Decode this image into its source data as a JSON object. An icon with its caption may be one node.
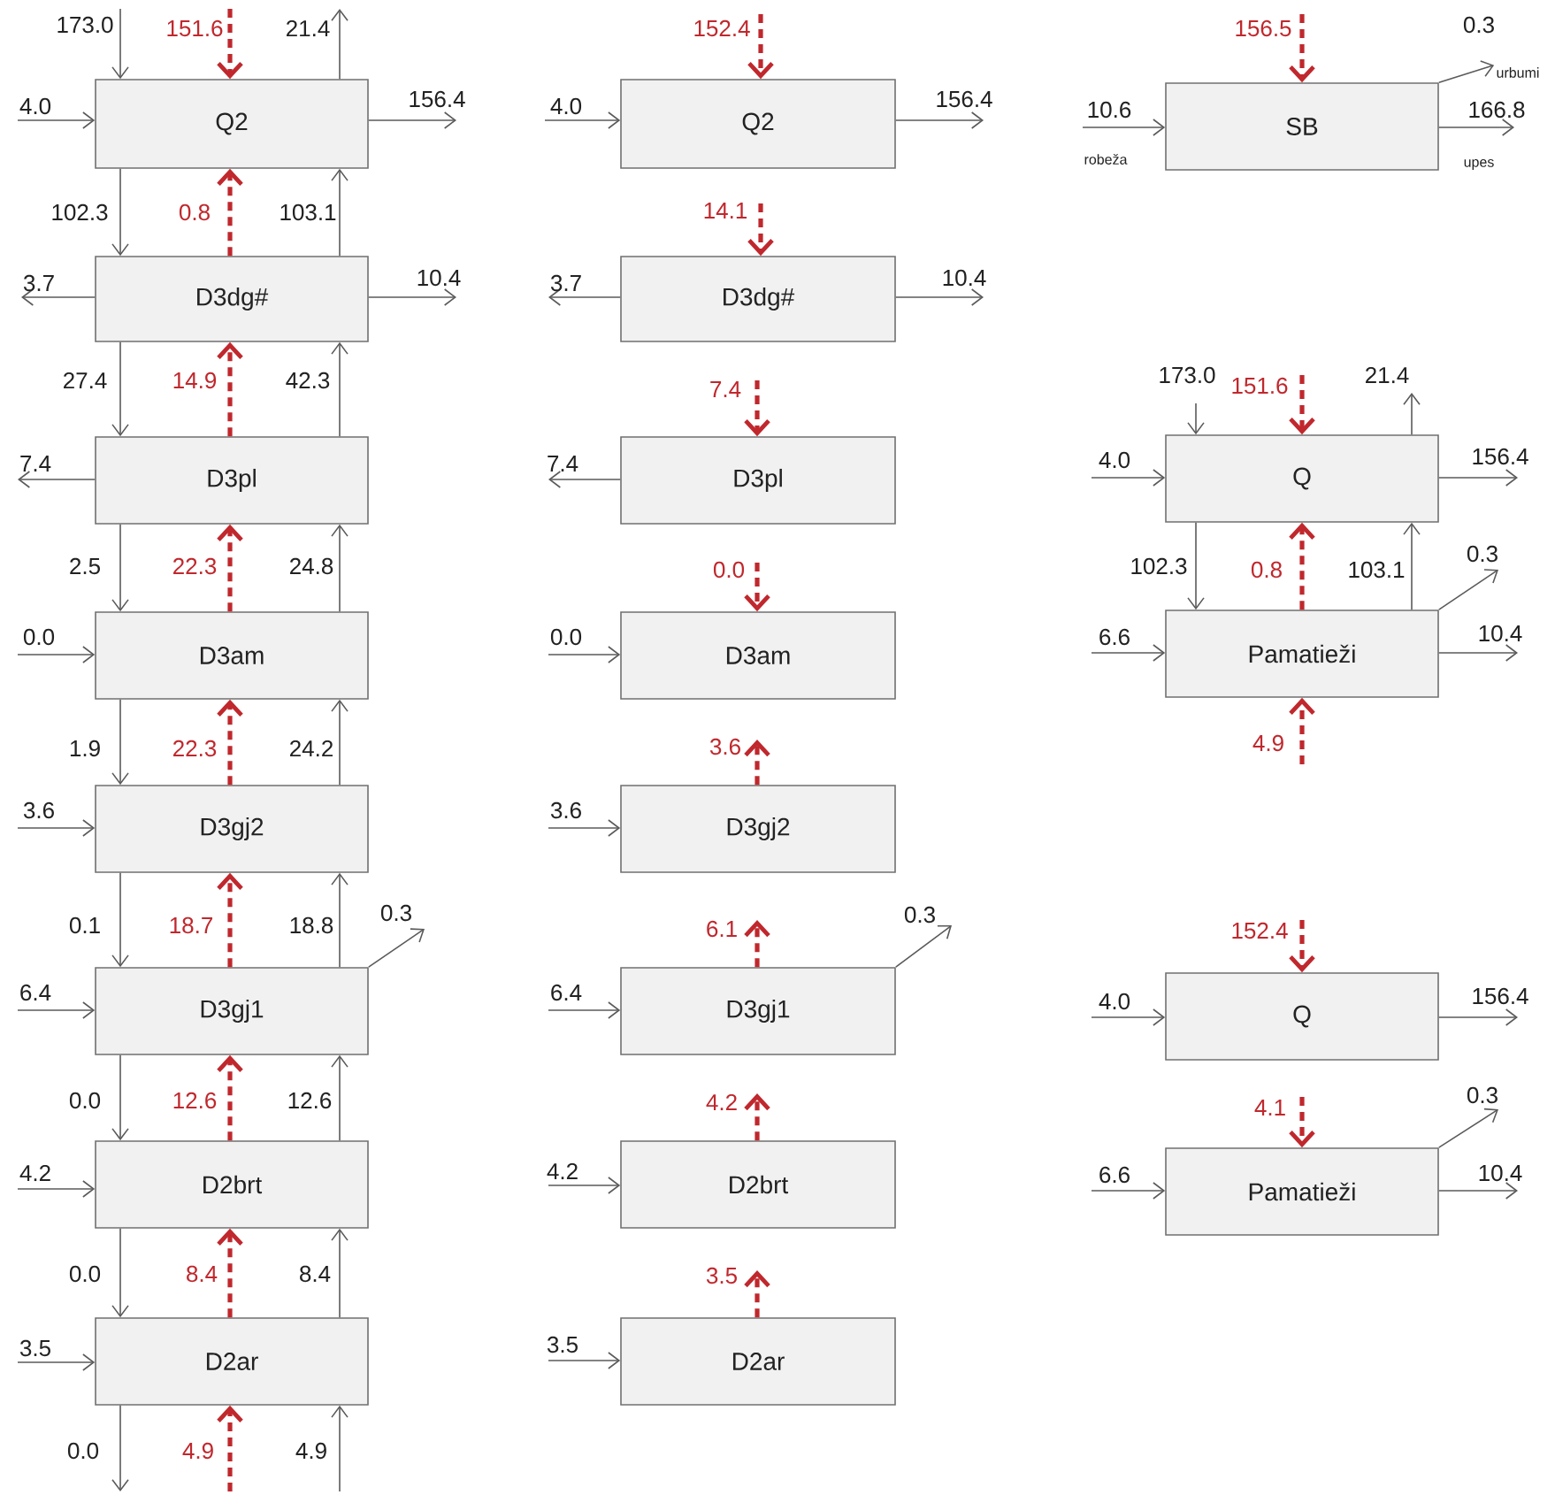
{
  "diagram": {
    "nodes": [
      {
        "text": [
          "Q2"
        ]
      },
      {
        "text": [
          "D3dg#"
        ]
      },
      {
        "text": [
          "D3pl"
        ]
      },
      {
        "text": [
          "D3am"
        ]
      },
      {
        "text": [
          "D3gj2"
        ]
      },
      {
        "text": [
          "D3gj1"
        ]
      },
      {
        "text": [
          "D2brt"
        ]
      },
      {
        "text": [
          "D2ar"
        ]
      },
      {
        "text": [
          "Q2"
        ]
      },
      {
        "text": [
          "D3dg#"
        ]
      },
      {
        "text": [
          "D3pl"
        ]
      },
      {
        "text": [
          "D3am"
        ]
      },
      {
        "text": [
          "D3gj2"
        ]
      },
      {
        "text": [
          "D3gj1"
        ]
      },
      {
        "text": [
          "D2brt"
        ]
      },
      {
        "text": [
          "D2ar"
        ]
      },
      {
        "text": [
          "SB"
        ]
      },
      {
        "text": [
          "Q"
        ]
      },
      {
        "text": [
          "Pamatieži"
        ]
      },
      {
        "text": [
          "Q"
        ]
      },
      {
        "text": [
          "Pamatieži"
        ]
      },
      {
        "text": [
          "urbumi"
        ]
      }
    ],
    "edges": [
      {
        "from": null,
        "to": 0,
        "arrow": "to",
        "label": "173.0"
      },
      {
        "from": null,
        "to": 0,
        "arrow": "to",
        "label": "151.6",
        "style": "dashed",
        "color": "#c0282d"
      },
      {
        "from": 0,
        "to": null,
        "arrow": "to",
        "label": "21.4"
      },
      {
        "from": null,
        "to": 0,
        "arrow": "to",
        "label": "4.0"
      },
      {
        "from": 0,
        "to": null,
        "arrow": "to",
        "label": "156.4"
      },
      {
        "from": 0,
        "to": 1,
        "arrow": "to",
        "label": "102.3"
      },
      {
        "from": 1,
        "to": 0,
        "arrow": "to",
        "label": "0.8",
        "style": "dashed",
        "color": "#c0282d"
      },
      {
        "from": 1,
        "to": 0,
        "arrow": "to",
        "label": "103.1"
      },
      {
        "from": 1,
        "to": null,
        "arrow": "to",
        "label": "3.7"
      },
      {
        "from": 1,
        "to": null,
        "arrow": "to",
        "label": "10.4"
      },
      {
        "from": 1,
        "to": 2,
        "arrow": "to",
        "label": "27.4"
      },
      {
        "from": 2,
        "to": 1,
        "arrow": "to",
        "label": "14.9",
        "style": "dashed",
        "color": "#c0282d"
      },
      {
        "from": 2,
        "to": 1,
        "arrow": "to",
        "label": "42.3"
      },
      {
        "from": 2,
        "to": null,
        "arrow": "to",
        "label": "7.4"
      },
      {
        "from": 2,
        "to": 3,
        "arrow": "to",
        "label": "2.5"
      },
      {
        "from": 3,
        "to": 2,
        "arrow": "to",
        "label": "22.3",
        "style": "dashed",
        "color": "#c0282d"
      },
      {
        "from": 3,
        "to": 2,
        "arrow": "to",
        "label": "24.8"
      },
      {
        "from": null,
        "to": 3,
        "arrow": "to",
        "label": "0.0"
      },
      {
        "from": 3,
        "to": 4,
        "arrow": "to",
        "label": "1.9"
      },
      {
        "from": 4,
        "to": 3,
        "arrow": "to",
        "label": "22.3",
        "style": "dashed",
        "color": "#c0282d"
      },
      {
        "from": 4,
        "to": 3,
        "arrow": "to",
        "label": "24.2"
      },
      {
        "from": null,
        "to": 4,
        "arrow": "to",
        "label": "3.6"
      },
      {
        "from": 4,
        "to": 5,
        "arrow": "to",
        "label": "0.1"
      },
      {
        "from": 5,
        "to": 4,
        "arrow": "to",
        "label": "18.7",
        "style": "dashed",
        "color": "#c0282d"
      },
      {
        "from": 5,
        "to": 4,
        "arrow": "to",
        "label": "18.8"
      },
      {
        "from": null,
        "to": 5,
        "arrow": "to",
        "label": "6.4"
      },
      {
        "from": 5,
        "to": null,
        "arrow": "to",
        "label": "0.3"
      },
      {
        "from": 5,
        "to": 6,
        "arrow": "to",
        "label": "0.0"
      },
      {
        "from": 6,
        "to": 5,
        "arrow": "to",
        "label": "12.6",
        "style": "dashed",
        "color": "#c0282d"
      },
      {
        "from": 6,
        "to": 5,
        "arrow": "to",
        "label": "12.6"
      },
      {
        "from": null,
        "to": 6,
        "arrow": "to",
        "label": "4.2"
      },
      {
        "from": 6,
        "to": 7,
        "arrow": "to",
        "label": "0.0"
      },
      {
        "from": 7,
        "to": 6,
        "arrow": "to",
        "label": "8.4",
        "style": "dashed",
        "color": "#c0282d"
      },
      {
        "from": 7,
        "to": 6,
        "arrow": "to",
        "label": "8.4"
      },
      {
        "from": null,
        "to": 7,
        "arrow": "to",
        "label": "3.5"
      },
      {
        "from": 7,
        "to": null,
        "arrow": "to",
        "label": "0.0"
      },
      {
        "from": null,
        "to": 7,
        "arrow": "to",
        "label": "4.9",
        "style": "dashed",
        "color": "#c0282d"
      },
      {
        "from": null,
        "to": 7,
        "arrow": "to",
        "label": "4.9"
      },
      {
        "from": null,
        "to": 8,
        "arrow": "to",
        "label": "152.4",
        "style": "dashed",
        "color": "#c0282d"
      },
      {
        "from": null,
        "to": 8,
        "arrow": "to",
        "label": "4.0"
      },
      {
        "from": 8,
        "to": null,
        "arrow": "to",
        "label": "156.4"
      },
      {
        "from": null,
        "to": 9,
        "arrow": "to",
        "label": "14.1",
        "style": "dashed",
        "color": "#c0282d"
      },
      {
        "from": 9,
        "to": null,
        "arrow": "to",
        "label": "3.7"
      },
      {
        "from": 9,
        "to": null,
        "arrow": "to",
        "label": "10.4"
      },
      {
        "from": null,
        "to": 10,
        "arrow": "to",
        "label": "7.4",
        "style": "dashed",
        "color": "#c0282d"
      },
      {
        "from": 10,
        "to": null,
        "arrow": "to",
        "label": "7.4"
      },
      {
        "from": null,
        "to": 11,
        "arrow": "to",
        "label": "0.0",
        "style": "dashed",
        "color": "#c0282d"
      },
      {
        "from": null,
        "to": 11,
        "arrow": "to",
        "label": "0.0"
      },
      {
        "from": 12,
        "to": null,
        "arrow": "to",
        "label": "3.6",
        "style": "dashed",
        "color": "#c0282d"
      },
      {
        "from": null,
        "to": 12,
        "arrow": "to",
        "label": "3.6"
      },
      {
        "from": 13,
        "to": null,
        "arrow": "to",
        "label": "6.1",
        "style": "dashed",
        "color": "#c0282d"
      },
      {
        "from": null,
        "to": 13,
        "arrow": "to",
        "label": "6.4"
      },
      {
        "from": 13,
        "to": null,
        "arrow": "to",
        "label": "0.3"
      },
      {
        "from": 14,
        "to": null,
        "arrow": "to",
        "label": "4.2",
        "style": "dashed",
        "color": "#c0282d"
      },
      {
        "from": null,
        "to": 14,
        "arrow": "to",
        "label": "4.2"
      },
      {
        "from": 15,
        "to": null,
        "arrow": "to",
        "label": "3.5",
        "style": "dashed",
        "color": "#c0282d"
      },
      {
        "from": null,
        "to": 15,
        "arrow": "to",
        "label": "3.5"
      },
      {
        "from": null,
        "to": 16,
        "arrow": "to",
        "label": "156.5",
        "style": "dashed",
        "color": "#c0282d"
      },
      {
        "from": null,
        "to": 16,
        "arrow": "to",
        "label": "10.6"
      },
      {
        "from": 16,
        "to": null,
        "arrow": "to",
        "label": "166.8"
      },
      {
        "from": 16,
        "to": 21,
        "arrow": "to",
        "label": "0.3"
      },
      {
        "from": null,
        "to": 17,
        "arrow": "to",
        "label": "173.0"
      },
      {
        "from": null,
        "to": 17,
        "arrow": "to",
        "label": "151.6",
        "style": "dashed",
        "color": "#c0282d"
      },
      {
        "from": 17,
        "to": null,
        "arrow": "to",
        "label": "21.4"
      },
      {
        "from": null,
        "to": 17,
        "arrow": "to",
        "label": "4.0"
      },
      {
        "from": 17,
        "to": null,
        "arrow": "to",
        "label": "156.4"
      },
      {
        "from": 17,
        "to": 18,
        "arrow": "to",
        "label": "102.3"
      },
      {
        "from": 18,
        "to": 17,
        "arrow": "to",
        "label": "0.8",
        "style": "dashed",
        "color": "#c0282d"
      },
      {
        "from": 18,
        "to": 17,
        "arrow": "to",
        "label": "103.1"
      },
      {
        "from": 18,
        "to": null,
        "arrow": "to",
        "label": "0.3"
      },
      {
        "from": null,
        "to": 18,
        "arrow": "to",
        "label": "6.6"
      },
      {
        "from": 18,
        "to": null,
        "arrow": "to",
        "label": "10.4"
      },
      {
        "from": null,
        "to": 18,
        "arrow": "to",
        "label": "4.9",
        "style": "dashed",
        "color": "#c0282d"
      },
      {
        "from": null,
        "to": 19,
        "arrow": "to",
        "label": "152.4",
        "style": "dashed",
        "color": "#c0282d"
      },
      {
        "from": null,
        "to": 19,
        "arrow": "to",
        "label": "4.0"
      },
      {
        "from": 19,
        "to": null,
        "arrow": "to",
        "label": "156.4"
      },
      {
        "from": null,
        "to": 20,
        "arrow": "to",
        "label": "4.1",
        "style": "dashed",
        "color": "#c0282d"
      },
      {
        "from": null,
        "to": 20,
        "arrow": "to",
        "label": "6.6"
      },
      {
        "from": 20,
        "to": null,
        "arrow": "to",
        "label": "10.4"
      },
      {
        "from": 20,
        "to": null,
        "arrow": "to",
        "label": "0.3"
      }
    ],
    "labels": [
      "robeža",
      "upes"
    ]
  }
}
